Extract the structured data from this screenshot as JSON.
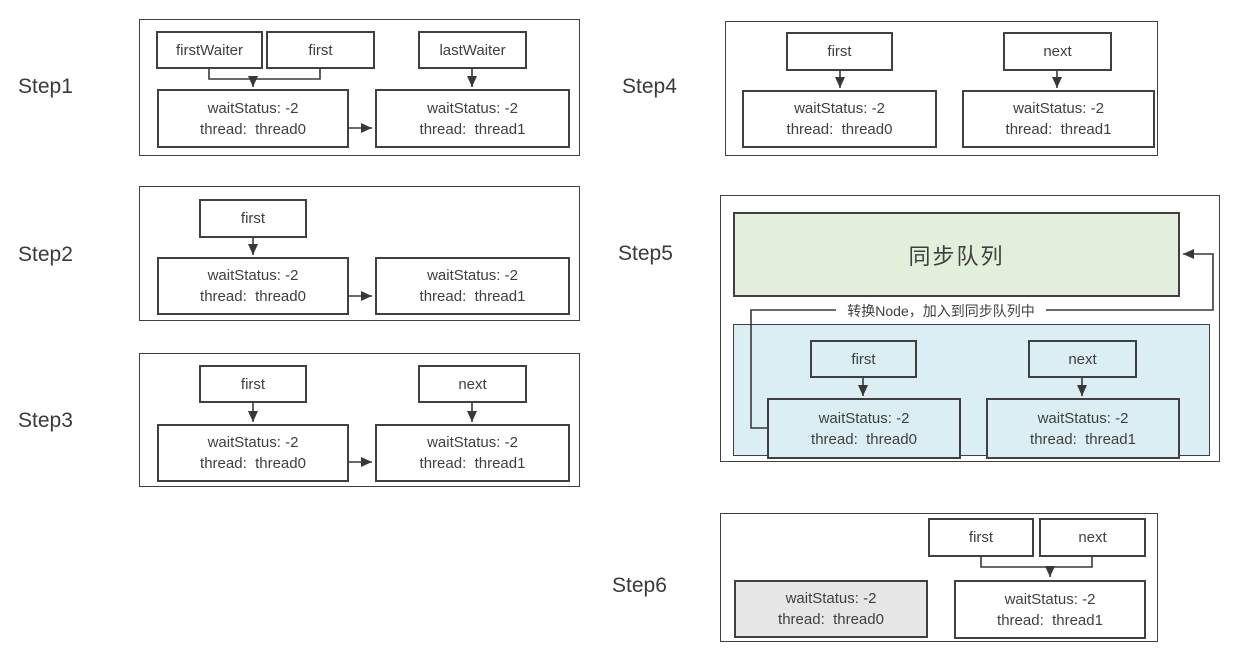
{
  "steps": [
    {
      "label": "Step1",
      "pointers": [
        "firstWaiter",
        "first",
        "lastWaiter"
      ],
      "nodes": [
        {
          "line1": "waitStatus: -2",
          "line2": "thread:  thread0"
        },
        {
          "line1": "waitStatus: -2",
          "line2": "thread:  thread1"
        }
      ]
    },
    {
      "label": "Step2",
      "pointers": [
        "first"
      ],
      "nodes": [
        {
          "line1": "waitStatus: -2",
          "line2": "thread:  thread0"
        },
        {
          "line1": "waitStatus: -2",
          "line2": "thread:  thread1"
        }
      ]
    },
    {
      "label": "Step3",
      "pointers": [
        "first",
        "next"
      ],
      "nodes": [
        {
          "line1": "waitStatus: -2",
          "line2": "thread:  thread0"
        },
        {
          "line1": "waitStatus: -2",
          "line2": "thread:  thread1"
        }
      ]
    },
    {
      "label": "Step4",
      "pointers": [
        "first",
        "next"
      ],
      "nodes": [
        {
          "line1": "waitStatus: -2",
          "line2": "thread:  thread0"
        },
        {
          "line1": "waitStatus: -2",
          "line2": "thread:  thread1"
        }
      ]
    },
    {
      "label": "Step5",
      "sync_queue_label": "同步队列",
      "transfer_label": "转换Node，加入到同步队列中",
      "pointers": [
        "first",
        "next"
      ],
      "nodes": [
        {
          "line1": "waitStatus: -2",
          "line2": "thread:  thread0"
        },
        {
          "line1": "waitStatus: -2",
          "line2": "thread:  thread1"
        }
      ]
    },
    {
      "label": "Step6",
      "pointers": [
        "first",
        "next"
      ],
      "nodes": [
        {
          "line1": "waitStatus: -2",
          "line2": "thread:  thread0"
        },
        {
          "line1": "waitStatus: -2",
          "line2": "thread:  thread1"
        }
      ]
    }
  ],
  "colors": {
    "border": "#404040",
    "text": "#3f3f3f",
    "line": "#383838",
    "sync_queue_fill": "#e2efda",
    "condition_queue_fill": "#daeef3",
    "signalled_node_fill": "#e7e6e6",
    "background": "#ffffff"
  }
}
